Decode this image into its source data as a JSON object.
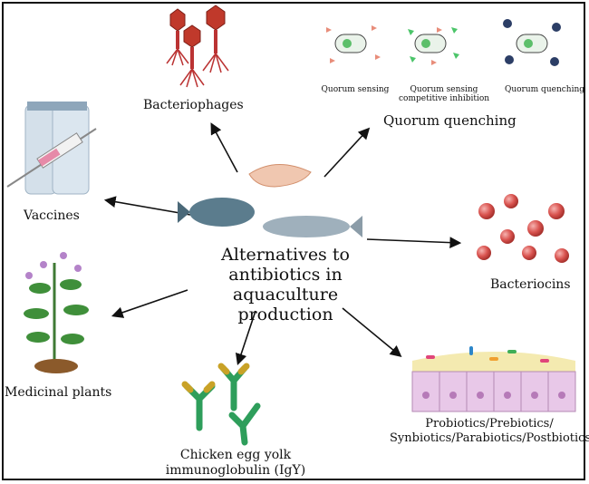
{
  "diagram": {
    "center_title_lines": [
      "Alternatives to",
      "antibiotics in",
      "aquaculture production"
    ],
    "nodes": {
      "bacteriophages": {
        "label": "Bacteriophages"
      },
      "quorum_quenching": {
        "label": "Quorum quenching",
        "panels": [
          {
            "label_lines": [
              "Quorum sensing"
            ]
          },
          {
            "label_lines": [
              "Quorum sensing",
              "competitive inhibition"
            ]
          },
          {
            "label_lines": [
              "Quorum quenching"
            ]
          }
        ]
      },
      "vaccines": {
        "label": "Vaccines"
      },
      "bacteriocins": {
        "label": "Bacteriocins"
      },
      "medicinal_plants": {
        "label": "Medicinal plants"
      },
      "igy": {
        "label_lines": [
          "Chicken egg yolk",
          "immunoglobulin (IgY)"
        ]
      },
      "biotics": {
        "label_lines": [
          "Probiotics/Prebiotics/",
          "Synbiotics/Parabiotics/Postbiotics"
        ]
      }
    },
    "colors": {
      "phage": "#c0392b",
      "bacteriocin": "#d9534f",
      "plant_leaf": "#3f8f3a",
      "antibody_green": "#2e9e5b",
      "antibody_yellow": "#c9a227",
      "epithelium": "#e8c8e8",
      "arrow": "#111111"
    }
  }
}
